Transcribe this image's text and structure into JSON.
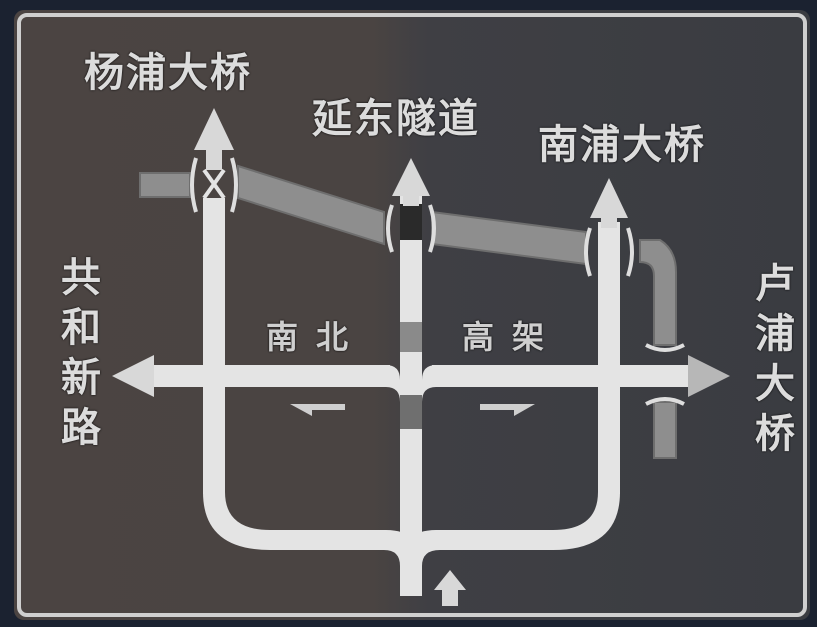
{
  "sign": {
    "top_left_destination": "杨浦大桥",
    "top_center_destination": "延东隧道",
    "top_right_destination": "南浦大桥",
    "left_destination": "共和新路",
    "right_destination": "卢浦大桥",
    "center_label_left": "南北",
    "center_label_right": "高架"
  },
  "colors": {
    "sign_background": "#4a4543",
    "sign_background_right": "#3c3d42",
    "border": "#cfcfcf",
    "road_white": "#e4e4e4",
    "ramp_gray": "#8e8e8e",
    "frame": "#1b2230"
  },
  "icons": [
    "up-arrow-icon",
    "left-arrow-icon",
    "right-arrow-icon",
    "approach-arrow-icon"
  ]
}
